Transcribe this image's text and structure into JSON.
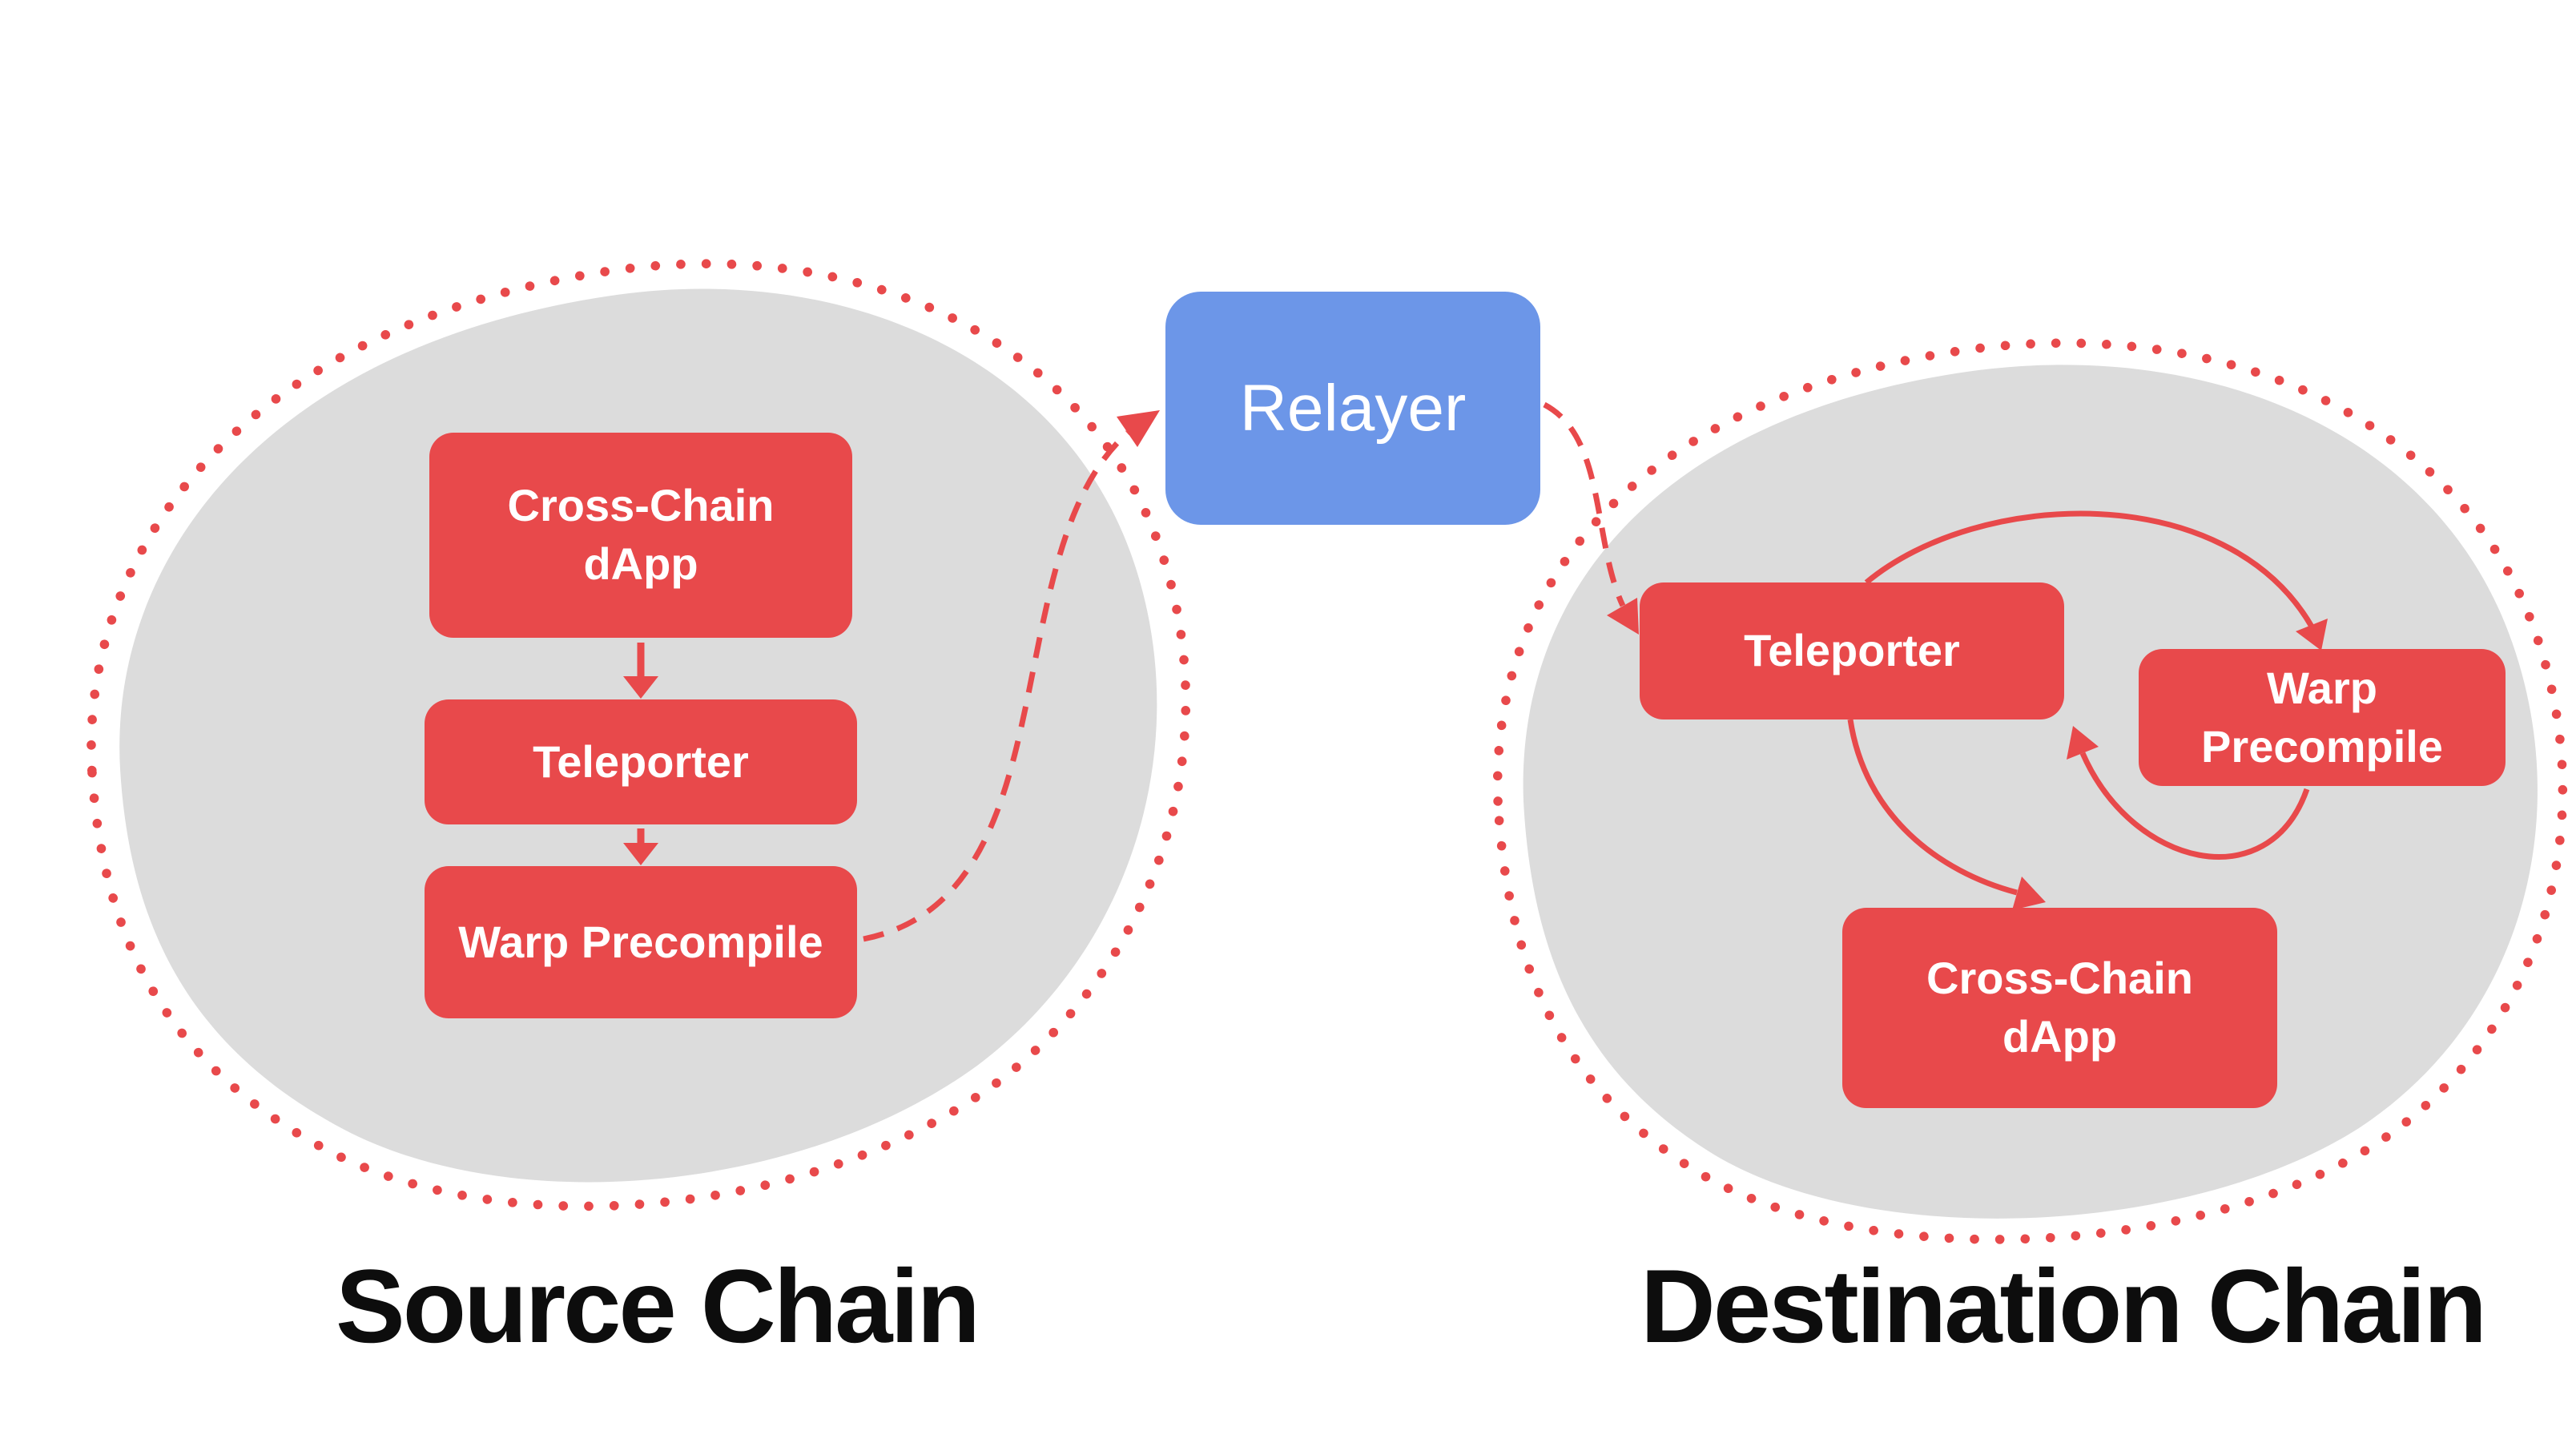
{
  "colors": {
    "red": "#E8494B",
    "blue": "#6C96E8",
    "gray": "#DCDCDC",
    "text_dark": "#0D0D0D",
    "white": "#FFFFFF"
  },
  "relayer": {
    "label": "Relayer"
  },
  "source_chain": {
    "title": "Source Chain",
    "nodes": [
      {
        "id": "cross-chain-dapp",
        "label": "Cross-Chain dApp"
      },
      {
        "id": "teleporter",
        "label": "Teleporter"
      },
      {
        "id": "warp-precompile",
        "label": "Warp Precompile"
      }
    ]
  },
  "destination_chain": {
    "title": "Destination Chain",
    "nodes": [
      {
        "id": "teleporter",
        "label": "Teleporter"
      },
      {
        "id": "warp-precompile",
        "label": "Warp Precompile"
      },
      {
        "id": "cross-chain-dapp",
        "label": "Cross-Chain dApp"
      }
    ]
  },
  "edges": [
    {
      "from": "source.cross-chain-dapp",
      "to": "source.teleporter",
      "style": "solid"
    },
    {
      "from": "source.teleporter",
      "to": "source.warp-precompile",
      "style": "solid"
    },
    {
      "from": "source.warp-precompile",
      "to": "relayer",
      "style": "dashed"
    },
    {
      "from": "relayer",
      "to": "destination.teleporter",
      "style": "dashed"
    },
    {
      "from": "destination.teleporter",
      "to": "destination.warp-precompile",
      "style": "solid"
    },
    {
      "from": "destination.warp-precompile",
      "to": "destination.teleporter",
      "style": "solid"
    },
    {
      "from": "destination.teleporter",
      "to": "destination.cross-chain-dapp",
      "style": "solid"
    }
  ]
}
